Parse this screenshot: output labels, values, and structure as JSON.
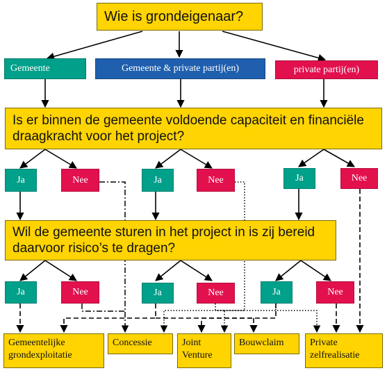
{
  "question1": "Wie is grondeigenaar?",
  "owners": {
    "gemeente": "Gemeente",
    "mixed": "Gemeente & private partij(en)",
    "private": "private partij(en)"
  },
  "question2": "Is er binnen de gemeente voldoende capaciteit en financiële draagkracht voor het project?",
  "question3": "Wil de gemeente sturen in het project in is zij bereid daarvoor risico’s te dragen?",
  "answers": {
    "yes": "Ja",
    "no": "Nee"
  },
  "outcomes": {
    "gemeentelijke": "Gemeentelijke grondexploitatie",
    "concessie": "Concessie",
    "joint": "Joint Venture",
    "bouwclaim": "Bouwclaim",
    "private": "Private zelfrealisatie"
  },
  "colors": {
    "question_fill": "#ffd400",
    "yes_fill": "#00a08a",
    "no_fill": "#e3104e",
    "mixed_fill": "#1f5fae"
  }
}
